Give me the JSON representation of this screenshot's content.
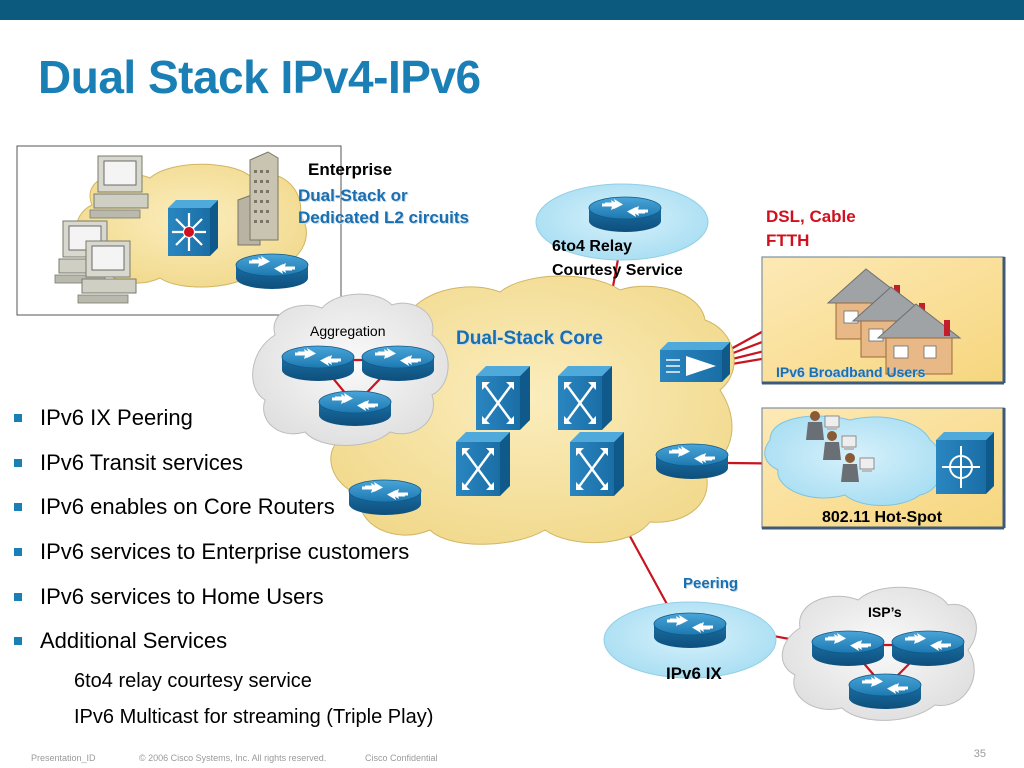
{
  "slide": {
    "title": "Dual Stack IPv4-IPv6",
    "page_number": "35"
  },
  "diagram": {
    "enterprise_title": "Enterprise",
    "enterprise_sub_1": "Dual-Stack or",
    "enterprise_sub_2": "Dedicated L2 circuits",
    "relay_1": "6to4 Relay",
    "relay_2": "Courtesy Service",
    "dsl_1": "DSL, Cable",
    "dsl_2": "FTTH",
    "aggregation": "Aggregation",
    "core": "Dual-Stack Core",
    "broadband_users": "IPv6 Broadband Users",
    "hotspot": "802.11 Hot-Spot",
    "peering": "Peering",
    "ipv6_ix": "IPv6 IX",
    "isps": "ISP’s"
  },
  "bullets": [
    "IPv6 IX Peering",
    "IPv6 Transit services",
    "IPv6 enables on Core Routers",
    "IPv6 services to Enterprise customers",
    "IPv6 services to Home Users",
    "Additional Services"
  ],
  "sub_bullets": [
    "6to4 relay courtesy service",
    "IPv6 Multicast for streaming (Triple Play)"
  ],
  "footer": {
    "presentation_id": "Presentation_ID",
    "copyright": "© 2006 Cisco Systems, Inc. All rights reserved.",
    "confidential": "Cisco Confidential"
  },
  "colors": {
    "accent": "#1a7fb5",
    "link": "#c8141e",
    "cloud": "#f7e3a3",
    "router": "#1f7fb6"
  },
  "icons": [
    "router-icon",
    "switch-icon",
    "multilayer-switch-icon",
    "pc-icon",
    "building-icon",
    "house-icon",
    "user-icon",
    "access-point-icon"
  ]
}
